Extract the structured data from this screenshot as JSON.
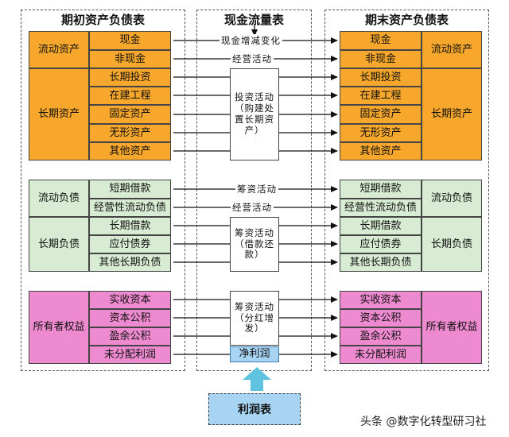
{
  "titles": {
    "left": "期初资产负债表",
    "center": "现金流量表",
    "right": "期末资产负债表"
  },
  "assets": {
    "current_group": "流动资产",
    "current_items": [
      "现金",
      "非现金"
    ],
    "longterm_group": "长期资产",
    "longterm_items": [
      "长期投资",
      "在建工程",
      "固定资产",
      "无形资产",
      "其他资产"
    ]
  },
  "liabilities": {
    "current_group": "流动负债",
    "current_items": [
      "短期借款",
      "经营性流动负债"
    ],
    "longterm_group": "长期负债",
    "longterm_items": [
      "长期借款",
      "应付债券",
      "其他长期负债"
    ]
  },
  "equity": {
    "group": "所有者权益",
    "items": [
      "实收资本",
      "资本公积",
      "盈余公积",
      "未分配利润"
    ]
  },
  "cashflow": {
    "cash_change": "现金增减变化",
    "operating": "经营活动",
    "investing": "投资活动（购建处置长期资产）",
    "financing": "筹资活动",
    "financing_operating": "经营活动",
    "financing_debt": "筹资活动（借款还款）",
    "financing_equity": "筹资活动（分红增发）",
    "net_profit": "净利润"
  },
  "income_statement": "利润表",
  "watermark": "头条 @数字化转型研习社",
  "colors": {
    "assets": "#F7A72B",
    "liabilities": "#D8ECD3",
    "equity": "#EE8AD0",
    "net_profit": "#A7D4F2"
  }
}
